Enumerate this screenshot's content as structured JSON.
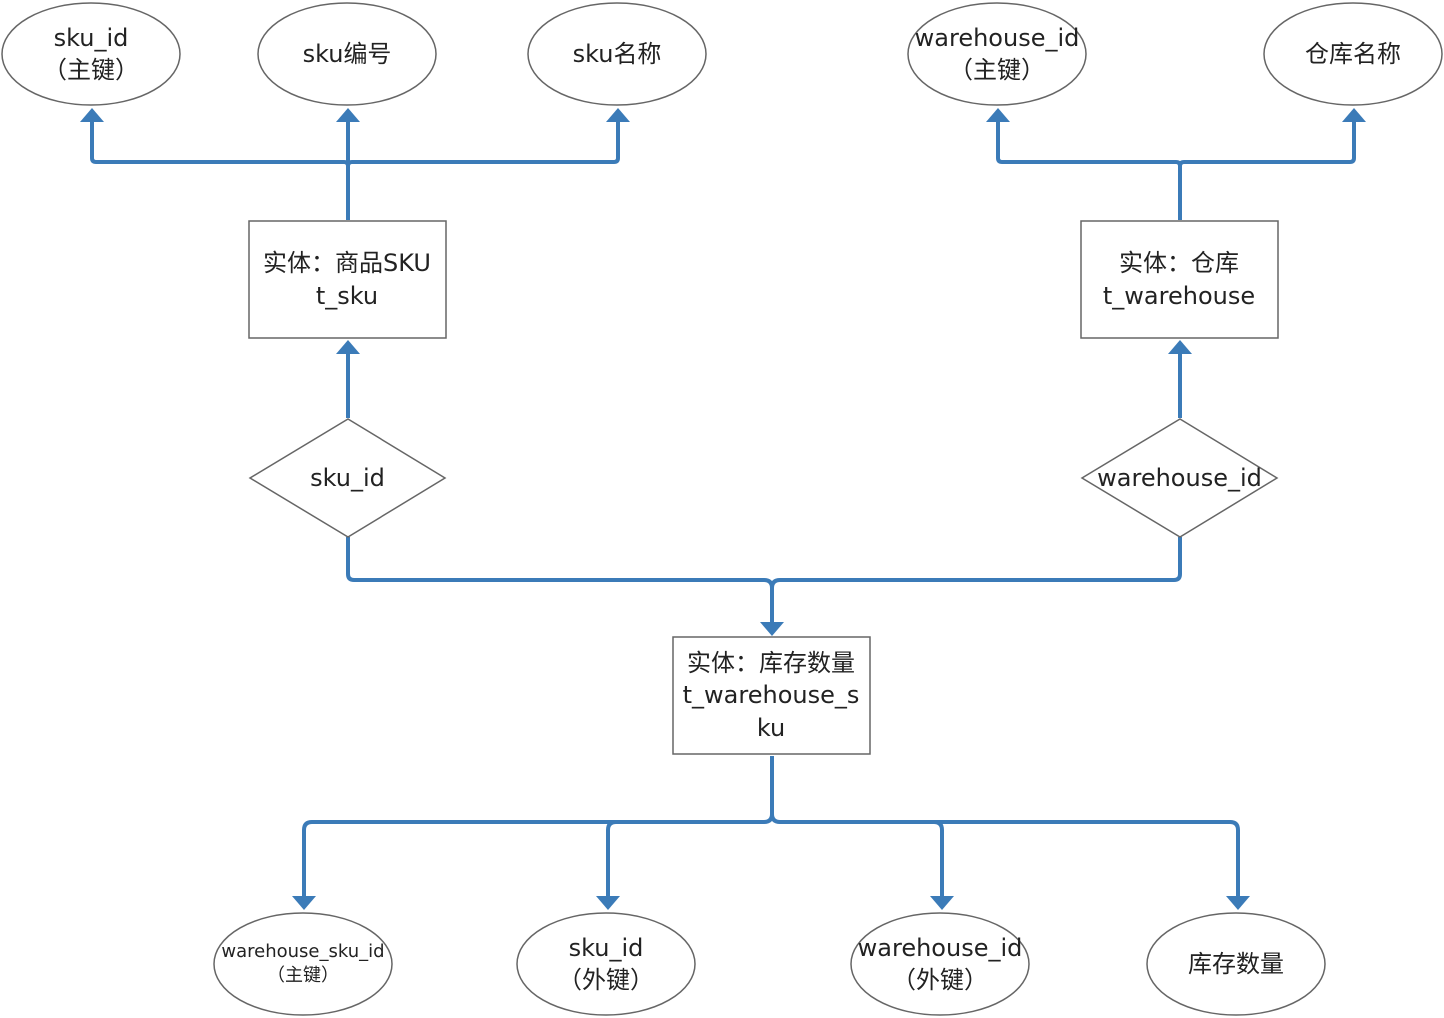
{
  "entities": {
    "sku": {
      "line1": "实体：商品SKU",
      "line2": "t_sku"
    },
    "warehouse": {
      "line1": "实体：仓库",
      "line2": "t_warehouse"
    },
    "stock": {
      "line1": "实体：库存数量",
      "line2": "t_warehouse_sku"
    }
  },
  "relationships": {
    "sku_rel": "sku_id",
    "warehouse_rel": "warehouse_id"
  },
  "attributes": {
    "sku_id": {
      "line1": "sku_id",
      "line2": "（主键）"
    },
    "sku_code": {
      "line1": "sku编号"
    },
    "sku_name": {
      "line1": "sku名称"
    },
    "warehouse_id": {
      "line1": "warehouse_id",
      "line2": "（主键）"
    },
    "warehouse_name": {
      "line1": "仓库名称"
    },
    "ws_id": {
      "line1": "warehouse_sku_id",
      "line2": "（主键）"
    },
    "ws_sku_id": {
      "line1": "sku_id",
      "line2": "（外键）"
    },
    "ws_warehouse_id": {
      "line1": "warehouse_id",
      "line2": "（外键）"
    },
    "ws_quantity": {
      "line1": "库存数量"
    }
  },
  "colors": {
    "edge": "#3b7bb8",
    "shape_stroke": "#666666",
    "text": "#222222"
  }
}
